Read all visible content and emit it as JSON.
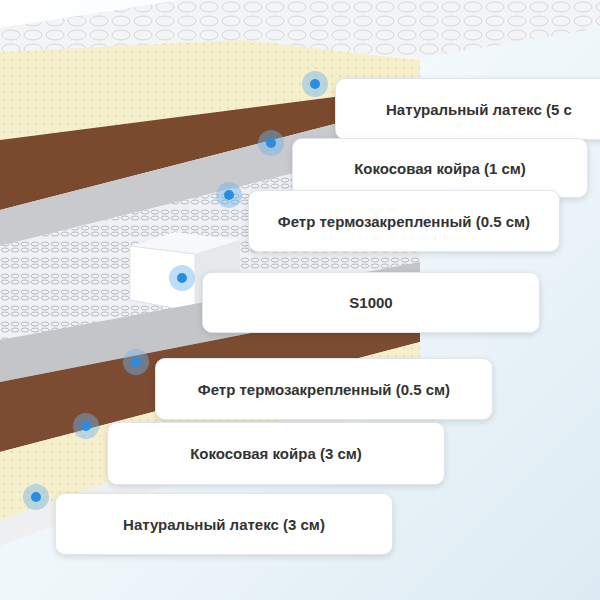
{
  "diagram": {
    "nodes": [
      {
        "text": [
          "Натуральный латекс (5 с"
        ]
      },
      {
        "text": [
          "Кокосовая койра (1 см)"
        ]
      },
      {
        "text": [
          "Фетр термозакрепленный (0.5 см)"
        ]
      },
      {
        "text": [
          "S1000"
        ]
      },
      {
        "text": [
          "Фетр термозакрепленный (0.5 см)"
        ]
      },
      {
        "text": [
          "Кокосовая койра (3 см)"
        ]
      },
      {
        "text": [
          "Натуральный латекс (3 см)"
        ]
      }
    ]
  }
}
